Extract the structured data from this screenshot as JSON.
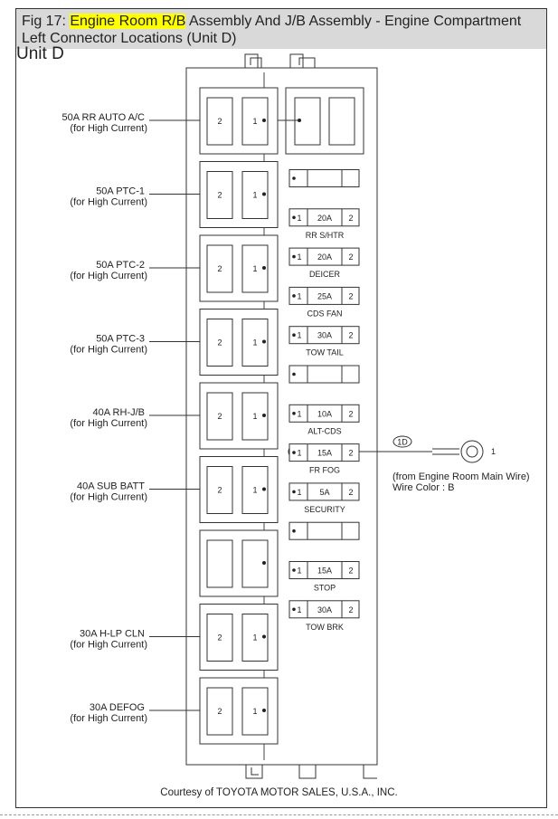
{
  "caption": {
    "prefix": "Fig 17: ",
    "highlight": "Engine Room R/B",
    "rest": " Assembly And J/B Assembly - Engine Compartment Left Connector Locations (Unit D)"
  },
  "unit_title": "Unit D",
  "relays": [
    {
      "label": "50A RR AUTO A/C",
      "sub": "(for High Current)",
      "left_pin": "2",
      "right_pin": "1"
    },
    {
      "label": "50A PTC-1",
      "sub": "(for High Current)",
      "left_pin": "2",
      "right_pin": "1"
    },
    {
      "label": "50A PTC-2",
      "sub": "(for High Current)",
      "left_pin": "2",
      "right_pin": "1"
    },
    {
      "label": "50A PTC-3",
      "sub": "(for High Current)",
      "left_pin": "2",
      "right_pin": "1"
    },
    {
      "label": "40A RH-J/B",
      "sub": "(for High Current)",
      "left_pin": "2",
      "right_pin": "1"
    },
    {
      "label": "40A SUB BATT",
      "sub": "(for High Current)",
      "left_pin": "2",
      "right_pin": "1"
    },
    {
      "label": "",
      "sub": "",
      "left_pin": "",
      "right_pin": ""
    },
    {
      "label": "30A H-LP CLN",
      "sub": "(for High Current)",
      "left_pin": "2",
      "right_pin": "1"
    },
    {
      "label": "30A DEFOG",
      "sub": "(for High Current)",
      "left_pin": "2",
      "right_pin": "1"
    }
  ],
  "fuses": [
    {
      "pin1": "",
      "amp": "",
      "pin2": "",
      "name": ""
    },
    {
      "pin1": "1",
      "amp": "20A",
      "pin2": "2",
      "name": "RR S/HTR"
    },
    {
      "pin1": "1",
      "amp": "20A",
      "pin2": "2",
      "name": "DEICER"
    },
    {
      "pin1": "1",
      "amp": "25A",
      "pin2": "2",
      "name": "CDS FAN"
    },
    {
      "pin1": "1",
      "amp": "30A",
      "pin2": "2",
      "name": "TOW TAIL"
    },
    {
      "pin1": "",
      "amp": "",
      "pin2": "",
      "name": ""
    },
    {
      "pin1": "1",
      "amp": "10A",
      "pin2": "2",
      "name": "ALT-CDS"
    },
    {
      "pin1": "1",
      "amp": "15A",
      "pin2": "2",
      "name": "FR FOG"
    },
    {
      "pin1": "1",
      "amp": "5A",
      "pin2": "2",
      "name": "SECURITY"
    },
    {
      "pin1": "",
      "amp": "",
      "pin2": "",
      "name": ""
    },
    {
      "pin1": "1",
      "amp": "15A",
      "pin2": "2",
      "name": "STOP"
    },
    {
      "pin1": "1",
      "amp": "30A",
      "pin2": "2",
      "name": "TOW BRK"
    }
  ],
  "ground": {
    "connector": "1D",
    "pin": "1",
    "note_line1": "(from Engine Room Main Wire)",
    "note_line2": "Wire Color : B"
  },
  "courtesy": "Courtesy of TOYOTA MOTOR SALES, U.S.A., INC."
}
